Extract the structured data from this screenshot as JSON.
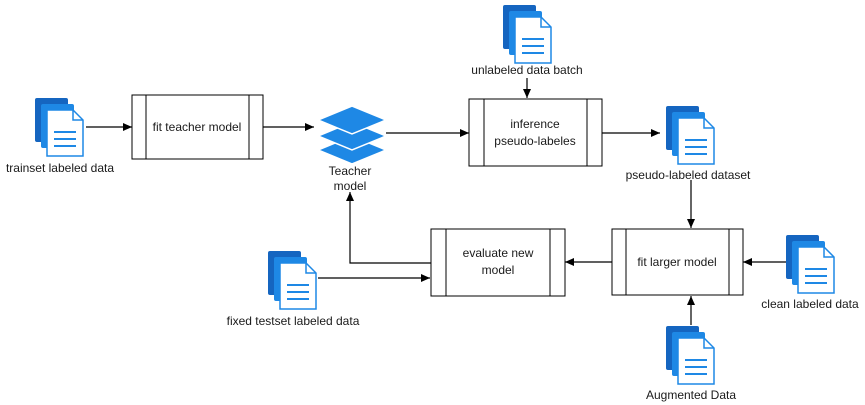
{
  "theme": {
    "doc_dark": "#1565c0",
    "doc_mid": "#1e88e5",
    "doc_light": "#ffffff",
    "doc_lines": "#1e88e5",
    "layers_color": "#1e88e5",
    "line_color": "#000000"
  },
  "data_sources": {
    "trainset": {
      "label": "trainset labeled data",
      "icon": "document-stack-icon"
    },
    "unlabeled": {
      "label": "unlabeled data batch",
      "icon": "document-stack-icon"
    },
    "pseudo_labeled": {
      "label": "pseudo-labeled dataset",
      "icon": "document-stack-icon"
    },
    "clean": {
      "label": "clean labeled data",
      "icon": "document-stack-icon"
    },
    "augmented": {
      "label": "Augmented Data",
      "icon": "document-stack-icon"
    },
    "testset": {
      "label": "fixed testset labeled data",
      "icon": "document-stack-icon"
    }
  },
  "processes": {
    "fit_teacher": {
      "lines": [
        "fit teacher model"
      ]
    },
    "inference": {
      "lines": [
        "inference",
        "pseudo-labeles"
      ]
    },
    "fit_larger": {
      "lines": [
        "fit larger model"
      ]
    },
    "evaluate": {
      "lines": [
        "evaluate new",
        "model"
      ]
    }
  },
  "teacher": {
    "lines": [
      "Teacher",
      "model"
    ],
    "icon": "stacked-layers-icon"
  }
}
